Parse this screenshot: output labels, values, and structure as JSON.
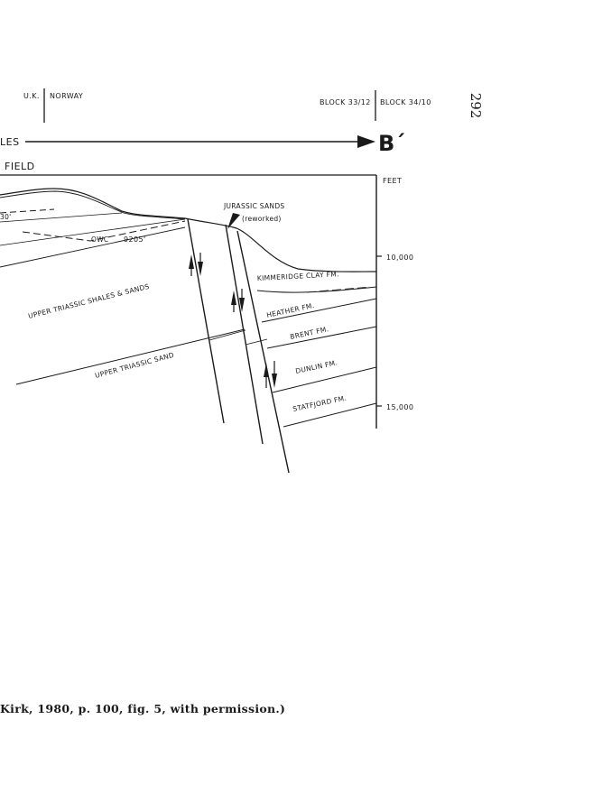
{
  "page_number": "292",
  "header": {
    "border_left": "U.K.",
    "border_right": "NORWAY",
    "block_left": "BLOCK 33/12",
    "block_right": "BLOCK 34/10"
  },
  "section": {
    "line_start_label": "LES",
    "line_end_label": "B´",
    "field_label": "FIELD"
  },
  "depth_axis": {
    "unit_label": "FEET",
    "ticks": [
      "10,000",
      "15,000"
    ]
  },
  "annotations": {
    "owc_left": "30'",
    "owc_label": "OWC",
    "owc_depth": "9205'",
    "jurassic_sands": "JURASSIC SANDS",
    "reworked": "(reworked)"
  },
  "formations": [
    {
      "label": "KIMMERIDGE CLAY FM."
    },
    {
      "label": "HEATHER FM."
    },
    {
      "label": "BRENT FM."
    },
    {
      "label": "DUNLIN FM."
    },
    {
      "label": "STATFJORD FM."
    },
    {
      "label": "UPPER TRIASSIC SHALES & SANDS"
    },
    {
      "label": "UPPER TRIASSIC SAND"
    }
  ],
  "caption": "Kirk, 1980, p. 100, fig. 5, with permission.)"
}
